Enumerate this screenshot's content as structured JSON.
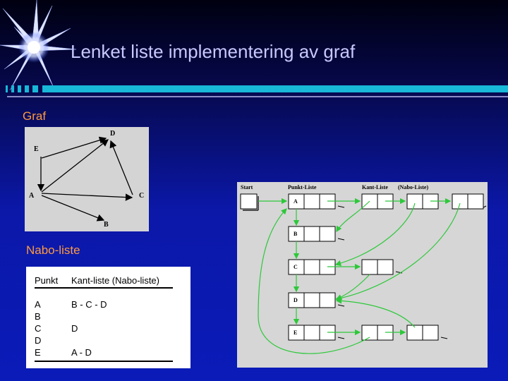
{
  "slide": {
    "title": "Lenket liste implementering av graf",
    "section_graph": "Graf",
    "section_adjacency": "Nabo-liste"
  },
  "graph": {
    "nodes": [
      "A",
      "B",
      "C",
      "D",
      "E"
    ],
    "edges": [
      [
        "A",
        "B"
      ],
      [
        "A",
        "C"
      ],
      [
        "A",
        "D"
      ],
      [
        "C",
        "D"
      ],
      [
        "E",
        "A"
      ],
      [
        "E",
        "D"
      ]
    ]
  },
  "table": {
    "headers": [
      "Punkt",
      "Kant-liste (Nabo-liste)"
    ],
    "points": [
      "A",
      "B",
      "C",
      "D",
      "E"
    ],
    "edge_lists": [
      "B - C - D",
      "",
      "D",
      "",
      "A - D"
    ]
  },
  "linked_list": {
    "labels": [
      "Start",
      "Punkt-Liste",
      "Kant-Liste",
      "(Nabo-Liste)"
    ],
    "nodes": [
      "A",
      "B",
      "C",
      "D",
      "E"
    ]
  },
  "colors": {
    "accent_title": "#c8c8ff",
    "accent_section": "#ff9a40",
    "arrow": "#2dc83a",
    "bar": "#18b8d8"
  }
}
